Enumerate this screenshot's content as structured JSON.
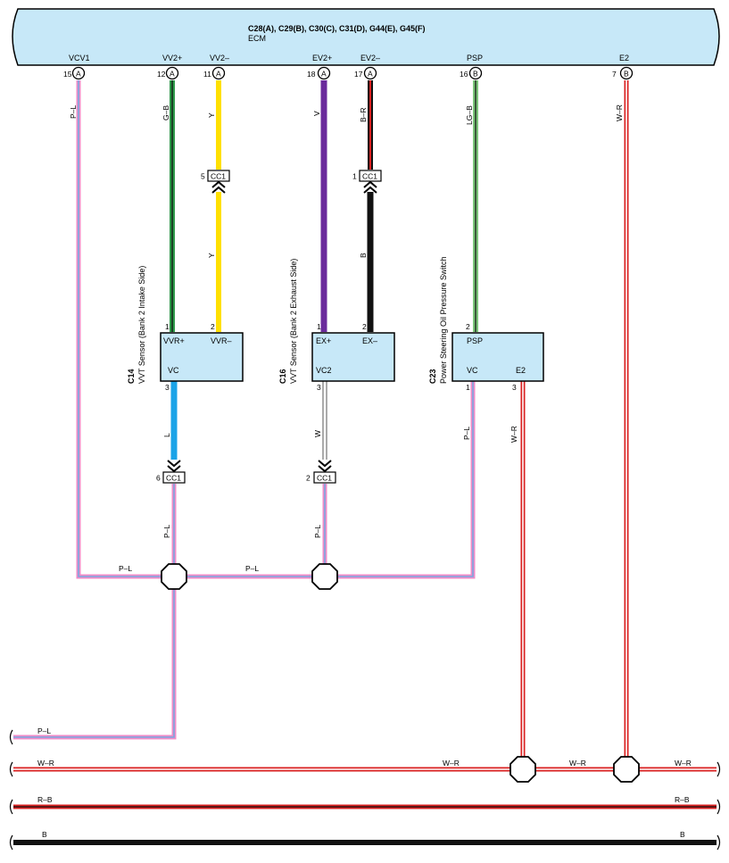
{
  "ecm": {
    "connectors": "C28(A), C29(B), C30(C), C31(D), G44(E), G45(F)",
    "name": "ECM",
    "pins": [
      {
        "id": "vcv1",
        "label": "VCV1",
        "num": "15",
        "conn": "A"
      },
      {
        "id": "vv2p",
        "label": "VV2+",
        "num": "12",
        "conn": "A"
      },
      {
        "id": "vv2m",
        "label": "VV2–",
        "num": "11",
        "conn": "A"
      },
      {
        "id": "ev2p",
        "label": "EV2+",
        "num": "18",
        "conn": "A"
      },
      {
        "id": "ev2m",
        "label": "EV2–",
        "num": "17",
        "conn": "A"
      },
      {
        "id": "psp",
        "label": "PSP",
        "num": "16",
        "conn": "B"
      },
      {
        "id": "e2",
        "label": "E2",
        "num": "7",
        "conn": "B"
      }
    ]
  },
  "wires": {
    "pl": "P–L",
    "gb": "G–B",
    "y": "Y",
    "v": "V",
    "br": "B–R",
    "lgb": "LG–B",
    "wr": "W–R",
    "b": "B",
    "l": "L",
    "w": "W",
    "rb": "R–B"
  },
  "junction": {
    "label": "CC1",
    "n5": "5",
    "n1": "1",
    "n6": "6",
    "n2": "2"
  },
  "components": {
    "c14": {
      "id": "C14",
      "desc": "VVT Sensor (Bank 2 Intake Side)",
      "pin1": "VVR+",
      "pin2": "VVR–",
      "pin3": "VC",
      "n1": "1",
      "n2": "2",
      "n3": "3"
    },
    "c16": {
      "id": "C16",
      "desc": "VVT Sensor (Bank 2 Exhaust Side)",
      "pin1": "EX+",
      "pin2": "EX–",
      "pin3": "VC2",
      "n1": "1",
      "n2": "2",
      "n3": "3"
    },
    "c23": {
      "id": "C23",
      "desc": "Power Steering Oil Pressure Switch",
      "pin1": "PSP",
      "pin2": "VC",
      "pin3": "E2",
      "n1": "2",
      "n2": "1",
      "n3": "3"
    }
  },
  "colors": {
    "pink": "#f08cc8",
    "blue": "#7aa8e0",
    "green": "#2e9a4a",
    "lightgreen": "#7cc57a",
    "yellow": "#ffe000",
    "purple": "#6a2a9c",
    "red": "#d92020",
    "black": "#111111",
    "cyan": "#1aa3e8",
    "ecm_fill": "#c7e8f8",
    "comp_fill": "#c7e8f8"
  }
}
